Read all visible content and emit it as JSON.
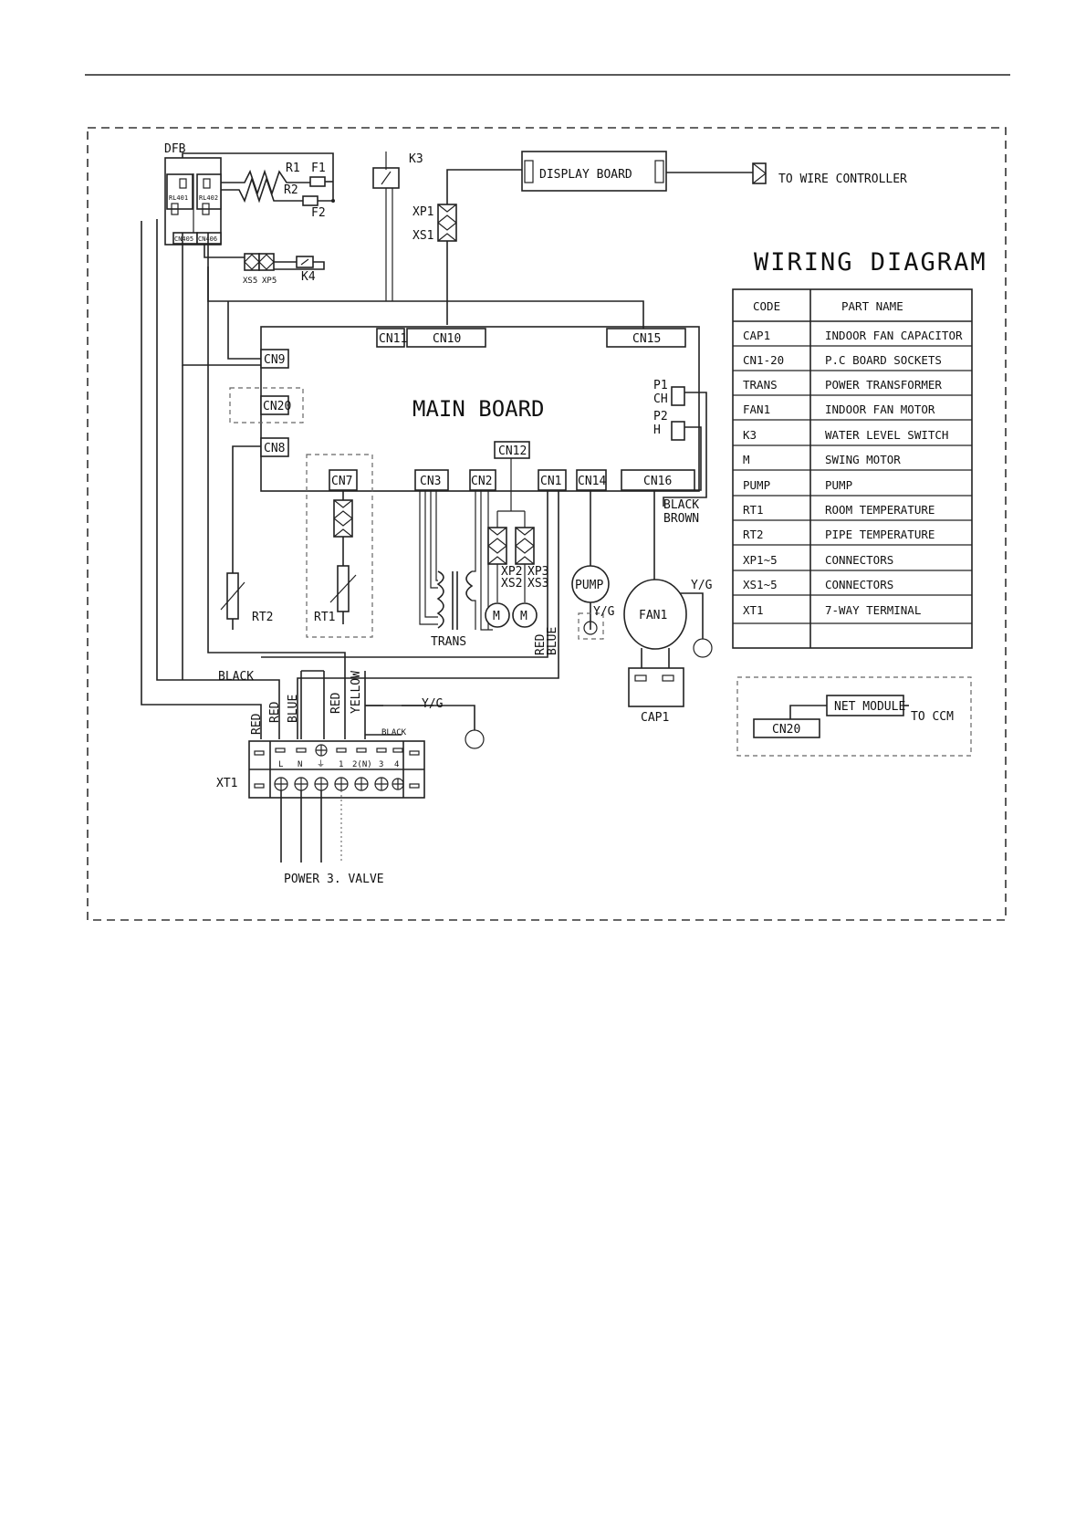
{
  "diagram": {
    "title": "WIRING DIAGRAM",
    "main_board": "MAIN BOARD",
    "display_board": "DISPLAY BOARD",
    "to_wire_controller": "TO WIRE CONTROLLER",
    "net_module": "NET MODULE",
    "to_ccm": "TO CCM",
    "cn20_net": "CN20",
    "dfb": "DFB",
    "rl401": "RL401",
    "rl402": "RL402",
    "cn405": "CN405",
    "cn406": "CN406",
    "r1": "R1",
    "r2": "R2",
    "f1": "F1",
    "f2": "F2",
    "k3": "K3",
    "k4": "K4",
    "xs5": "XS5",
    "xp5": "XP5",
    "xp1": "XP1",
    "xs1": "XS1",
    "xp2": "XP2",
    "xs2": "XS2",
    "xp3": "XP3",
    "xs3": "XS3",
    "p1": "P1",
    "ch": "CH",
    "p2": "P2",
    "h": "H",
    "black": "BLACK",
    "brown": "BROWN",
    "pump": "PUMP",
    "fan1": "FAN1",
    "cap1": "CAP1",
    "yg": "Y/G",
    "trans": "TRANS",
    "rt1": "RT1",
    "rt2": "RT2",
    "m": "M",
    "red": "RED",
    "blue": "BLUE",
    "yellow": "YELLOW",
    "xt1": "XT1",
    "power": "POWER",
    "valve": "3. VALVE",
    "connectors": {
      "cn9": "CN9",
      "cn20": "CN20",
      "cn8": "CN8",
      "cn7": "CN7",
      "cn11": "CN11",
      "cn10": "CN10",
      "cn15": "CN15",
      "cn3": "CN3",
      "cn2": "CN2",
      "cn12": "CN12",
      "cn1": "CN1",
      "cn14": "CN14",
      "cn16": "CN16"
    },
    "terminals": [
      "L",
      "N",
      "⏚",
      "1",
      "2(N)",
      "3",
      "4"
    ]
  },
  "table": {
    "header": [
      "CODE",
      "PART NAME"
    ],
    "rows": [
      [
        "CAP1",
        "INDOOR FAN CAPACITOR"
      ],
      [
        "CN1-20",
        "P.C BOARD SOCKETS"
      ],
      [
        "TRANS",
        "POWER TRANSFORMER"
      ],
      [
        "FAN1",
        "INDOOR FAN MOTOR"
      ],
      [
        "K3",
        "WATER LEVEL SWITCH"
      ],
      [
        "M",
        "SWING MOTOR"
      ],
      [
        "PUMP",
        "PUMP"
      ],
      [
        "RT1",
        "ROOM TEMPERATURE"
      ],
      [
        "RT2",
        "PIPE TEMPERATURE"
      ],
      [
        "XP1~5",
        "CONNECTORS"
      ],
      [
        "XS1~5",
        "CONNECTORS"
      ],
      [
        "XT1",
        "7-WAY TERMINAL"
      ]
    ]
  }
}
